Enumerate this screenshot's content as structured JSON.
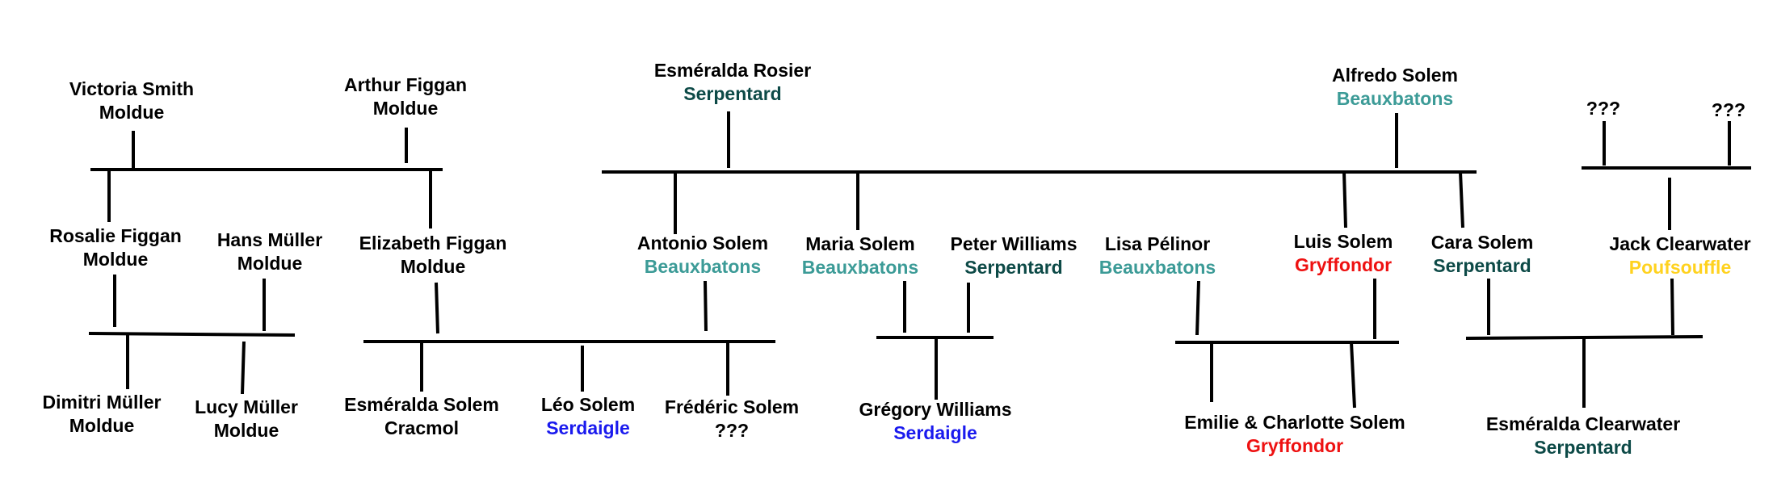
{
  "house_colors": {
    "Moldue": "#000000",
    "Cracmol": "#000000",
    "???": "#000000",
    "Serpentard": "#0d4a47",
    "Beauxbatons": "#3c9b97",
    "Serdaigle": "#1a1aee",
    "Gryffondor": "#ee1111",
    "Poufsouffle": "#ffd21f"
  },
  "people": [
    {
      "id": "victoria",
      "name": "Victoria Smith",
      "house": "Moldue"
    },
    {
      "id": "arthur",
      "name": "Arthur Figgan",
      "house": "Moldue"
    },
    {
      "id": "esmeralda_rosier",
      "name": "Esméralda Rosier",
      "house": "Serpentard"
    },
    {
      "id": "alfredo",
      "name": "Alfredo Solem",
      "house": "Beauxbatons"
    },
    {
      "id": "unknown1",
      "name": "???",
      "house": ""
    },
    {
      "id": "unknown2",
      "name": "???",
      "house": ""
    },
    {
      "id": "rosalie",
      "name": "Rosalie Figgan",
      "house": "Moldue"
    },
    {
      "id": "hans",
      "name": "Hans Müller",
      "house": "Moldue"
    },
    {
      "id": "elizabeth",
      "name": "Elizabeth Figgan",
      "house": "Moldue"
    },
    {
      "id": "antonio",
      "name": "Antonio Solem",
      "house": "Beauxbatons"
    },
    {
      "id": "maria",
      "name": "Maria Solem",
      "house": "Beauxbatons"
    },
    {
      "id": "peter",
      "name": "Peter Williams",
      "house": "Serpentard"
    },
    {
      "id": "lisa",
      "name": "Lisa Pélinor",
      "house": "Beauxbatons"
    },
    {
      "id": "luis",
      "name": "Luis Solem",
      "house": "Gryffondor"
    },
    {
      "id": "cara",
      "name": "Cara Solem",
      "house": "Serpentard"
    },
    {
      "id": "jack",
      "name": "Jack Clearwater",
      "house": "Poufsouffle"
    },
    {
      "id": "dimitri",
      "name": "Dimitri Müller",
      "house": "Moldue"
    },
    {
      "id": "lucy",
      "name": "Lucy Müller",
      "house": "Moldue"
    },
    {
      "id": "esmeralda_solem",
      "name": "Esméralda Solem",
      "house": "Cracmol"
    },
    {
      "id": "leo",
      "name": "Léo Solem",
      "house": "Serdaigle"
    },
    {
      "id": "frederic",
      "name": "Frédéric Solem",
      "house": "???"
    },
    {
      "id": "gregory",
      "name": "Grégory Williams",
      "house": "Serdaigle"
    },
    {
      "id": "emilie_charlotte",
      "name": "Emilie & Charlotte Solem",
      "house": "Gryffondor"
    },
    {
      "id": "esmeralda_clearwater",
      "name": "Esméralda Clearwater",
      "house": "Serpentard"
    }
  ]
}
